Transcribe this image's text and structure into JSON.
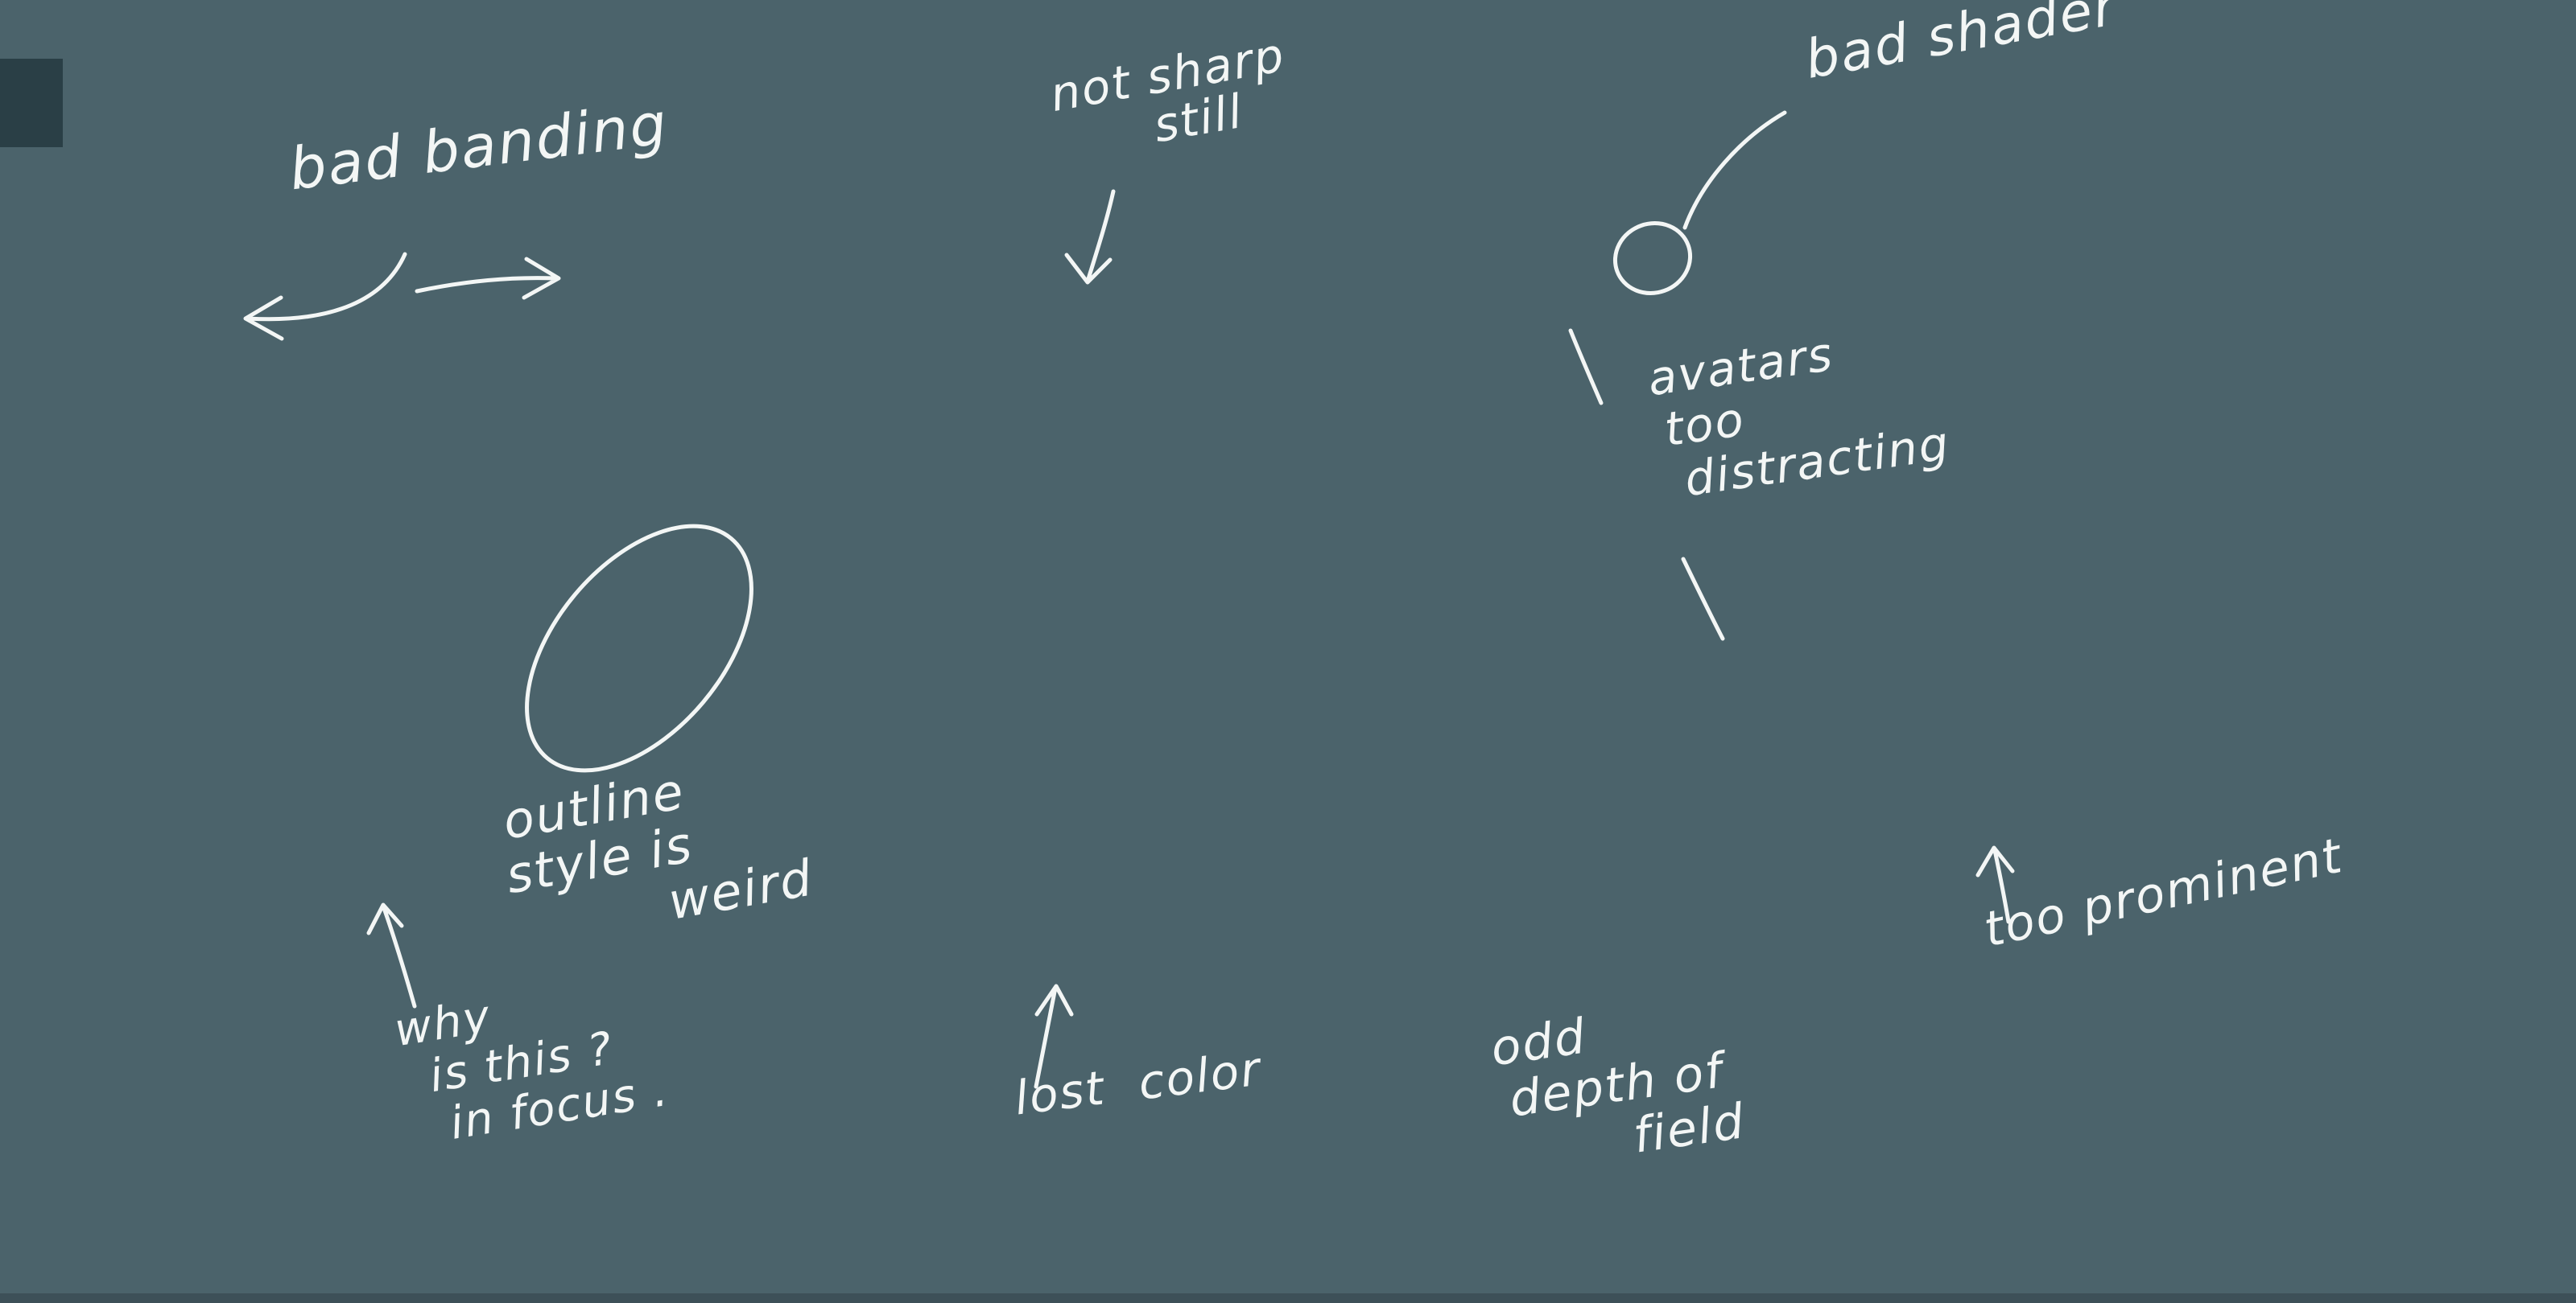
{
  "canvas": {
    "background_color": "#4b636b",
    "ink_color": "#f3f6f5",
    "bottom_edge_color": "#3d5058",
    "corner_fragment_color": "#2a3f46"
  },
  "annotations": {
    "bad_banding": {
      "text": "bad banding"
    },
    "not_sharp_still": {
      "lines": [
        "not sharp",
        "still"
      ]
    },
    "bad_shader": {
      "text": "bad shader"
    },
    "avatars_too_distracting": {
      "lines": [
        "avatars",
        "too",
        "distracting"
      ]
    },
    "outline_style_is_weird": {
      "lines": [
        "outline",
        "style is",
        "weird"
      ]
    },
    "why_is_this_in_focus": {
      "lines": [
        "why",
        "is this ?",
        "in focus ."
      ]
    },
    "lost_color": {
      "text": "lost color"
    },
    "odd_depth_of_field": {
      "lines": [
        "odd",
        "depth of",
        "field"
      ]
    },
    "too_prominent": {
      "text": "too prominent"
    }
  }
}
